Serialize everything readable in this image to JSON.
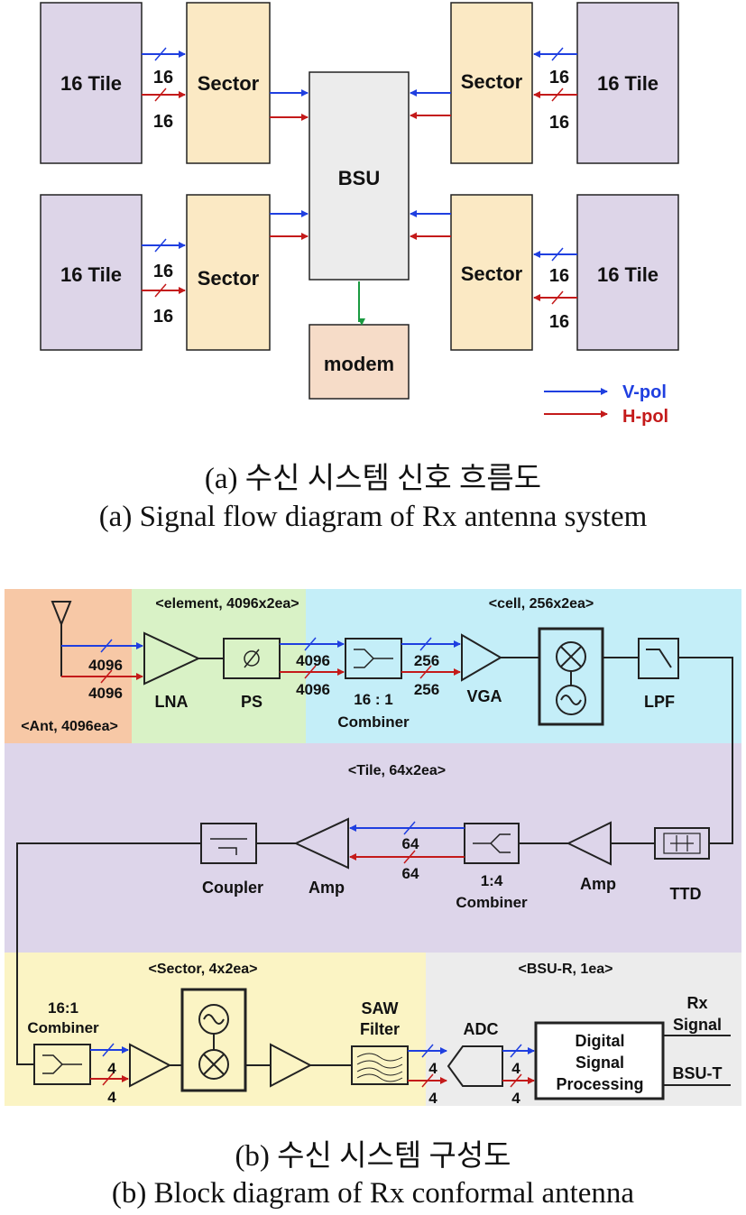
{
  "diagram_a": {
    "tile_label": "16 Tile",
    "sector_label": "Sector",
    "bsu_label": "BSU",
    "modem_label": "modem",
    "bus_width": "16",
    "legend_v": "V-pol",
    "legend_h": "H-pol"
  },
  "caption_a_ko": "(a) 수신 시스템 신호 흐름도",
  "caption_a_en": "(a) Signal flow diagram of Rx antenna system",
  "diagram_b": {
    "region_ant": "<Ant, 4096ea>",
    "region_element": "<element, 4096x2ea>",
    "region_cell": "<cell, 256x2ea>",
    "region_tile": "<Tile, 64x2ea>",
    "region_sector": "<Sector, 4x2ea>",
    "region_bsu": "<BSU-R, 1ea>",
    "n4096": "4096",
    "n256": "256",
    "n64": "64",
    "n4": "4",
    "lna": "LNA",
    "ps": "PS",
    "combiner16_a": "16 : 1",
    "combiner16_b": "16:1",
    "combiner_word": "Combiner",
    "vga": "VGA",
    "lpf": "LPF",
    "ttd": "TTD",
    "amp": "Amp",
    "combiner14": "1:4",
    "coupler": "Coupler",
    "saw1": "SAW",
    "saw2": "Filter",
    "adc": "ADC",
    "dsp1": "Digital",
    "dsp2": "Signal",
    "dsp3": "Processing",
    "rx1": "Rx",
    "rx2": "Signal",
    "bsut": "BSU-T",
    "colors": {
      "vpol": "#1f3fe0",
      "hpol": "#c41a1a",
      "ant_bg": "#f7c8a6",
      "element_bg": "#d9f2c6",
      "cell_bg": "#c4eef8",
      "tile_bg": "#ddd5ea",
      "sector_bg": "#fbf4c4",
      "bsu_bg": "#ececec"
    }
  },
  "caption_b_ko": "(b) 수신 시스템 구성도",
  "caption_b_en": "(b) Block diagram of Rx conformal antenna"
}
